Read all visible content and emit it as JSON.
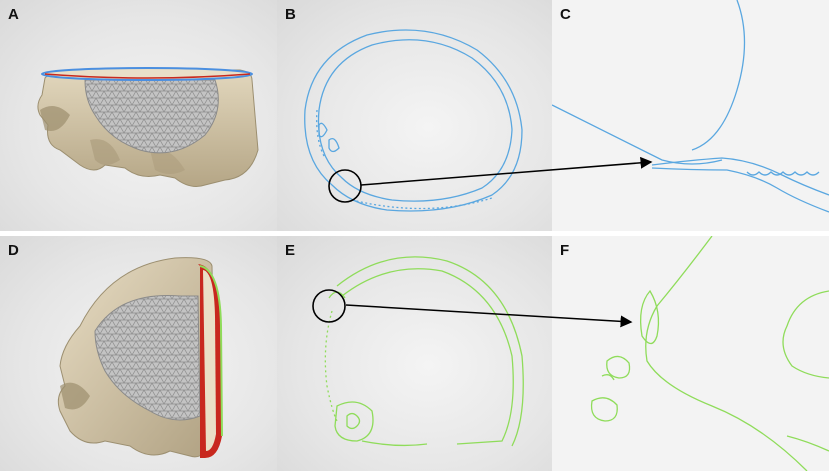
{
  "panels": {
    "a": {
      "label": "A"
    },
    "b": {
      "label": "B"
    },
    "c": {
      "label": "C"
    },
    "d": {
      "label": "D"
    },
    "e": {
      "label": "E"
    },
    "f": {
      "label": "F"
    }
  },
  "colors": {
    "bone": "#d8ccae",
    "mesh": "#a8a8a8",
    "blue_contour": "#5aa7e0",
    "green_contour": "#8fdc5a",
    "arrow": "#000000",
    "cut_red": "#c8281e"
  }
}
